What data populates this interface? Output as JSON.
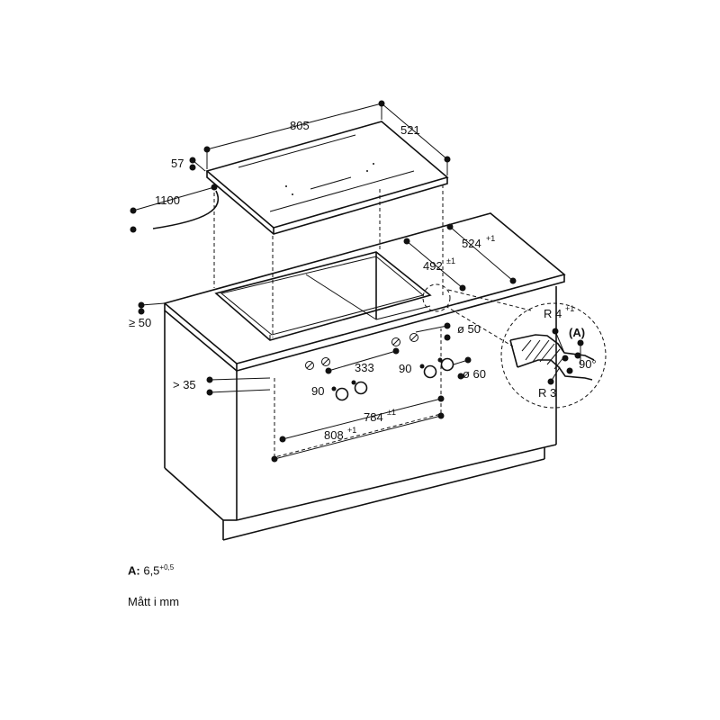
{
  "dimensions": {
    "width": "805",
    "depth": "521",
    "height": "57",
    "cable": "1100",
    "cutout_depth": "524",
    "cutout_depth_tol": "+1",
    "inner_depth": "492",
    "inner_depth_tol": "±1",
    "front_clearance": "≥ 50",
    "knob_hole_diameter": "ø 50",
    "knob_spacing": "333",
    "knob_offset_left": "90",
    "knob_offset_right": "90",
    "knob_diameter": "ø 60",
    "knob_height": "> 35",
    "inner_width": "784",
    "inner_width_tol": "±1",
    "cutout_width": "808",
    "cutout_width_tol": "+1"
  },
  "detail": {
    "radius_top": "R 4",
    "radius_top_tol": "+1",
    "marker": "(A)",
    "angle": "90°",
    "radius_bottom": "R 3"
  },
  "notes": {
    "a_label": "A:",
    "a_value": "6,5",
    "a_tol": "+0,5",
    "units": "Mått i mm"
  }
}
